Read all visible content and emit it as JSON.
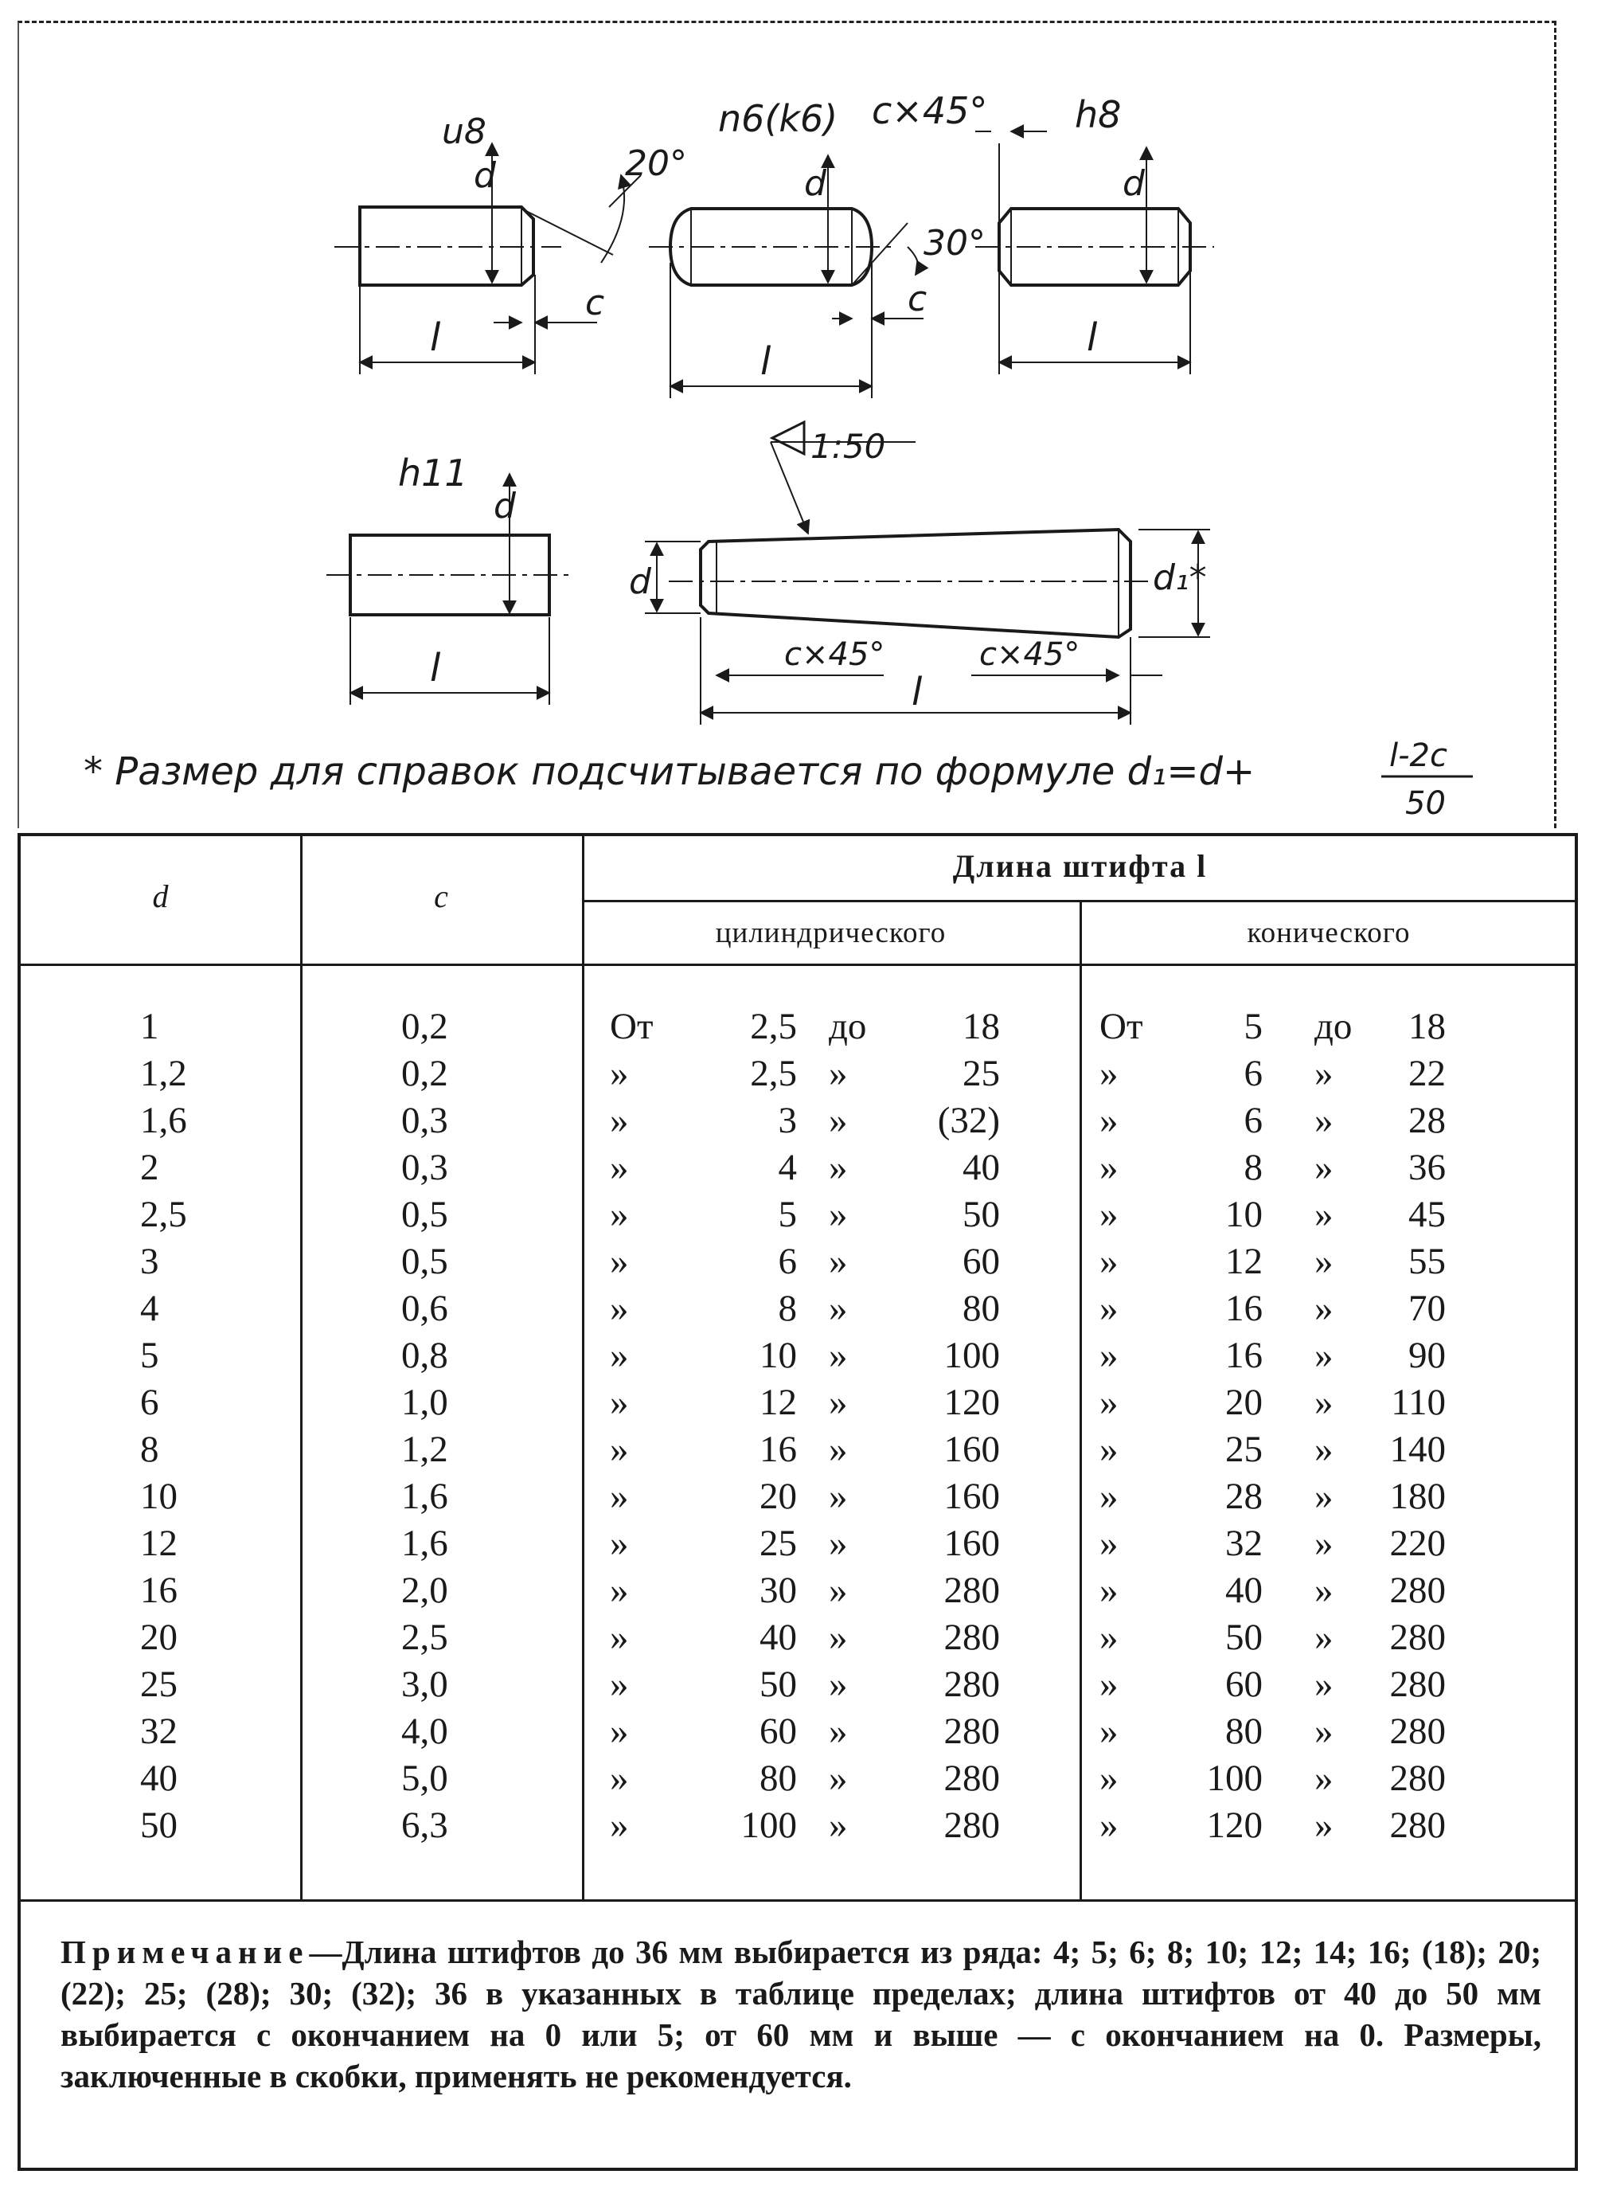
{
  "drawing": {
    "tol_u8": "u8",
    "tol_n6": "n6(k6)",
    "tol_h8": "h8",
    "tol_h11": "h11",
    "chamfer": "c×45°",
    "angle_20": "20°",
    "angle_30": "30°",
    "taper": "1:50",
    "dim_d": "d",
    "dim_l": "l",
    "dim_c": "c",
    "dim_d1": "d₁*",
    "chamfer_c45": "c×45°",
    "footnote_text": "* Размер для справок подсчитывается по формуле d₁=d+",
    "footnote_num": "l-2c",
    "footnote_den": "50"
  },
  "table": {
    "headers": {
      "d": "d",
      "c": "c",
      "length": "Длина штифта l",
      "cyl": "цилиндрического",
      "con": "конического"
    },
    "rows": [
      {
        "d": "1",
        "c": "0,2",
        "p1": "От",
        "cmin": "2,5",
        "p2": "до",
        "cmax": "18",
        "p3": "От",
        "kmin": "5",
        "p4": "до",
        "kmax": "18"
      },
      {
        "d": "1,2",
        "c": "0,2",
        "p1": "»",
        "cmin": "2,5",
        "p2": "»",
        "cmax": "25",
        "p3": "»",
        "kmin": "6",
        "p4": "»",
        "kmax": "22"
      },
      {
        "d": "1,6",
        "c": "0,3",
        "p1": "»",
        "cmin": "3",
        "p2": "»",
        "cmax": "(32)",
        "p3": "»",
        "kmin": "6",
        "p4": "»",
        "kmax": "28"
      },
      {
        "d": "2",
        "c": "0,3",
        "p1": "»",
        "cmin": "4",
        "p2": "»",
        "cmax": "40",
        "p3": "»",
        "kmin": "8",
        "p4": "»",
        "kmax": "36"
      },
      {
        "d": "2,5",
        "c": "0,5",
        "p1": "»",
        "cmin": "5",
        "p2": "»",
        "cmax": "50",
        "p3": "»",
        "kmin": "10",
        "p4": "»",
        "kmax": "45"
      },
      {
        "d": "3",
        "c": "0,5",
        "p1": "»",
        "cmin": "6",
        "p2": "»",
        "cmax": "60",
        "p3": "»",
        "kmin": "12",
        "p4": "»",
        "kmax": "55"
      },
      {
        "d": "4",
        "c": "0,6",
        "p1": "»",
        "cmin": "8",
        "p2": "»",
        "cmax": "80",
        "p3": "»",
        "kmin": "16",
        "p4": "»",
        "kmax": "70"
      },
      {
        "d": "5",
        "c": "0,8",
        "p1": "»",
        "cmin": "10",
        "p2": "»",
        "cmax": "100",
        "p3": "»",
        "kmin": "16",
        "p4": "»",
        "kmax": "90"
      },
      {
        "d": "6",
        "c": "1,0",
        "p1": "»",
        "cmin": "12",
        "p2": "»",
        "cmax": "120",
        "p3": "»",
        "kmin": "20",
        "p4": "»",
        "kmax": "110"
      },
      {
        "d": "8",
        "c": "1,2",
        "p1": "»",
        "cmin": "16",
        "p2": "»",
        "cmax": "160",
        "p3": "»",
        "kmin": "25",
        "p4": "»",
        "kmax": "140"
      },
      {
        "d": "10",
        "c": "1,6",
        "p1": "»",
        "cmin": "20",
        "p2": "»",
        "cmax": "160",
        "p3": "»",
        "kmin": "28",
        "p4": "»",
        "kmax": "180"
      },
      {
        "d": "12",
        "c": "1,6",
        "p1": "»",
        "cmin": "25",
        "p2": "»",
        "cmax": "160",
        "p3": "»",
        "kmin": "32",
        "p4": "»",
        "kmax": "220"
      },
      {
        "d": "16",
        "c": "2,0",
        "p1": "»",
        "cmin": "30",
        "p2": "»",
        "cmax": "280",
        "p3": "»",
        "kmin": "40",
        "p4": "»",
        "kmax": "280"
      },
      {
        "d": "20",
        "c": "2,5",
        "p1": "»",
        "cmin": "40",
        "p2": "»",
        "cmax": "280",
        "p3": "»",
        "kmin": "50",
        "p4": "»",
        "kmax": "280"
      },
      {
        "d": "25",
        "c": "3,0",
        "p1": "»",
        "cmin": "50",
        "p2": "»",
        "cmax": "280",
        "p3": "»",
        "kmin": "60",
        "p4": "»",
        "kmax": "280"
      },
      {
        "d": "32",
        "c": "4,0",
        "p1": "»",
        "cmin": "60",
        "p2": "»",
        "cmax": "280",
        "p3": "»",
        "kmin": "80",
        "p4": "»",
        "kmax": "280"
      },
      {
        "d": "40",
        "c": "5,0",
        "p1": "»",
        "cmin": "80",
        "p2": "»",
        "cmax": "280",
        "p3": "»",
        "kmin": "100",
        "p4": "»",
        "kmax": "280"
      },
      {
        "d": "50",
        "c": "6,3",
        "p1": "»",
        "cmin": "100",
        "p2": "»",
        "cmax": "280",
        "p3": "»",
        "kmin": "120",
        "p4": "»",
        "kmax": "280"
      }
    ]
  },
  "note": {
    "lead": "Примечание",
    "text": "—Длина штифтов до 36 мм выбирается из ряда: 4; 5; 6; 8; 10; 12; 14; 16; (18); 20; (22); 25; (28); 30; (32); 36 в указанных в таблице пределах; длина штифтов от 40 до 50 мм выбирается с окончанием на 0 или 5; от 60 мм и выше — с окончанием на 0. Размеры, заключенные в скобки, применять не рекомендуется."
  }
}
